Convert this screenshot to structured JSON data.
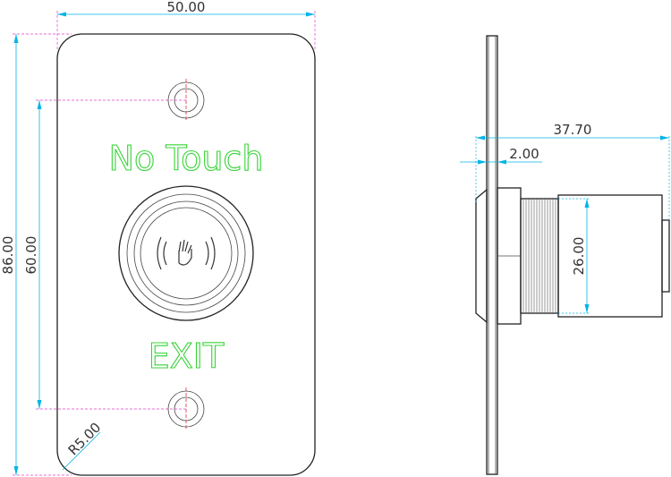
{
  "front_view": {
    "dim_width": "50.00",
    "dim_height": "86.00",
    "dim_hole_spacing": "60.00",
    "dim_radius": "R5.00",
    "label_top": "No Touch",
    "label_bottom": "EXIT"
  },
  "side_view": {
    "dim_depth": "37.70",
    "dim_plate": "2.00",
    "dim_diameter": "26.00"
  },
  "colors": {
    "dimension": "#00b4e6",
    "extension": "#e040c8",
    "centerline": "#e0303a",
    "label": "#39d439",
    "outline": "#222222"
  }
}
